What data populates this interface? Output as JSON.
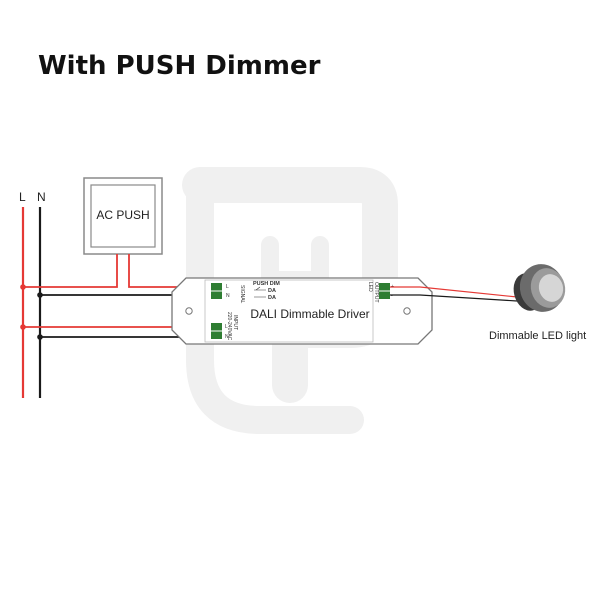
{
  "title": "With PUSH Dimmer",
  "bus": {
    "line_label": "L",
    "neutral_label": "N"
  },
  "push_switch": {
    "label": "AC PUSH"
  },
  "driver": {
    "name": "DALI Dimmable Driver",
    "signal_header": "PUSH DIM",
    "signal_group": "SIGNAL",
    "signal_pins": [
      "DA",
      "DA"
    ],
    "signal_pin_codes": [
      "L",
      "N"
    ],
    "input_group": "INPUT",
    "input_voltage": "220-240VAC",
    "input_pins": [
      "L",
      "N"
    ],
    "output_group": "OUTPUT",
    "output_type": "LED",
    "output_pins": [
      "+",
      "-"
    ]
  },
  "load": {
    "label": "Dimmable LED light"
  },
  "colors": {
    "line_wire": "#e53935",
    "neutral_wire": "#1a1a1a",
    "terminal": "#2e7d32",
    "watermark": "#f0f0f0"
  }
}
